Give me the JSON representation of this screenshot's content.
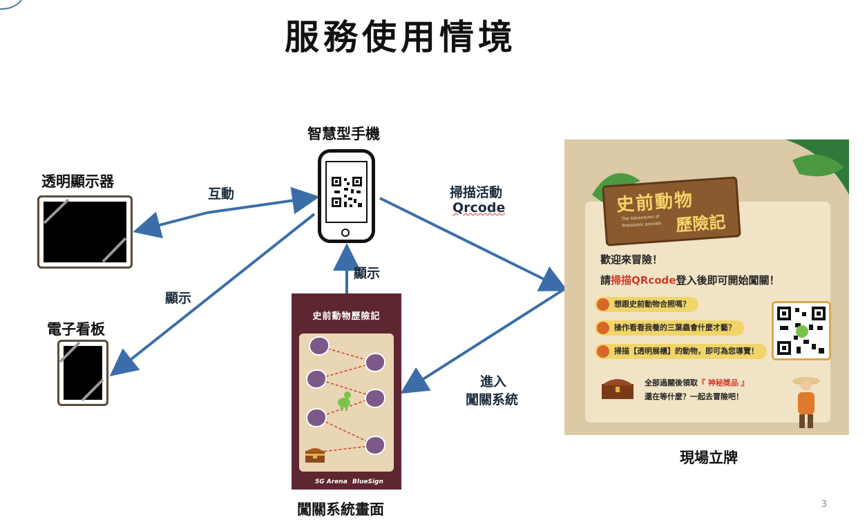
{
  "title": "服務使用情境",
  "nodes": {
    "transparent_display": "透明顯示器",
    "smartphone": "智慧型手機",
    "digital_signage": "電子看板",
    "game_screen": "闖關系統畫面",
    "onsite_sign": "現場立牌"
  },
  "edges": {
    "interact": "互動",
    "display_left": "顯示",
    "display_up": "顯示",
    "scan_line1": "掃描活動",
    "scan_line2": "Qrcode",
    "enter_line1": "進入",
    "enter_line2": "闖關系統"
  },
  "game": {
    "header": "史前動物歷險記",
    "footer_left": "5G Arena",
    "footer_right": "BlueSign"
  },
  "poster": {
    "sign_title": "史前動物",
    "sign_title2": "歷險記",
    "sign_sub1": "The Adventures of",
    "sign_sub2": "Prehistoric animals",
    "welcome": "歡迎來冒險！",
    "instr_pre": "請",
    "instr_hl": "掃描QRcode",
    "instr_post": "登入後即可開始闖關！",
    "items": [
      "想跟史前動物合照嗎？",
      "操作看看我養的三葉蟲會什麼才藝？",
      "掃描【透明展櫃】的動物，即可為您導覽！"
    ],
    "bottom1_pre": "全部過關後領取",
    "bottom1_hl": "『 神秘獎品 』",
    "bottom2": "還在等什麼？一起去冒險吧！"
  },
  "page_number": "3",
  "colors": {
    "arrow": "#3b6ea8",
    "highlight": "#d23a2a",
    "game_bg": "#5e2630"
  }
}
